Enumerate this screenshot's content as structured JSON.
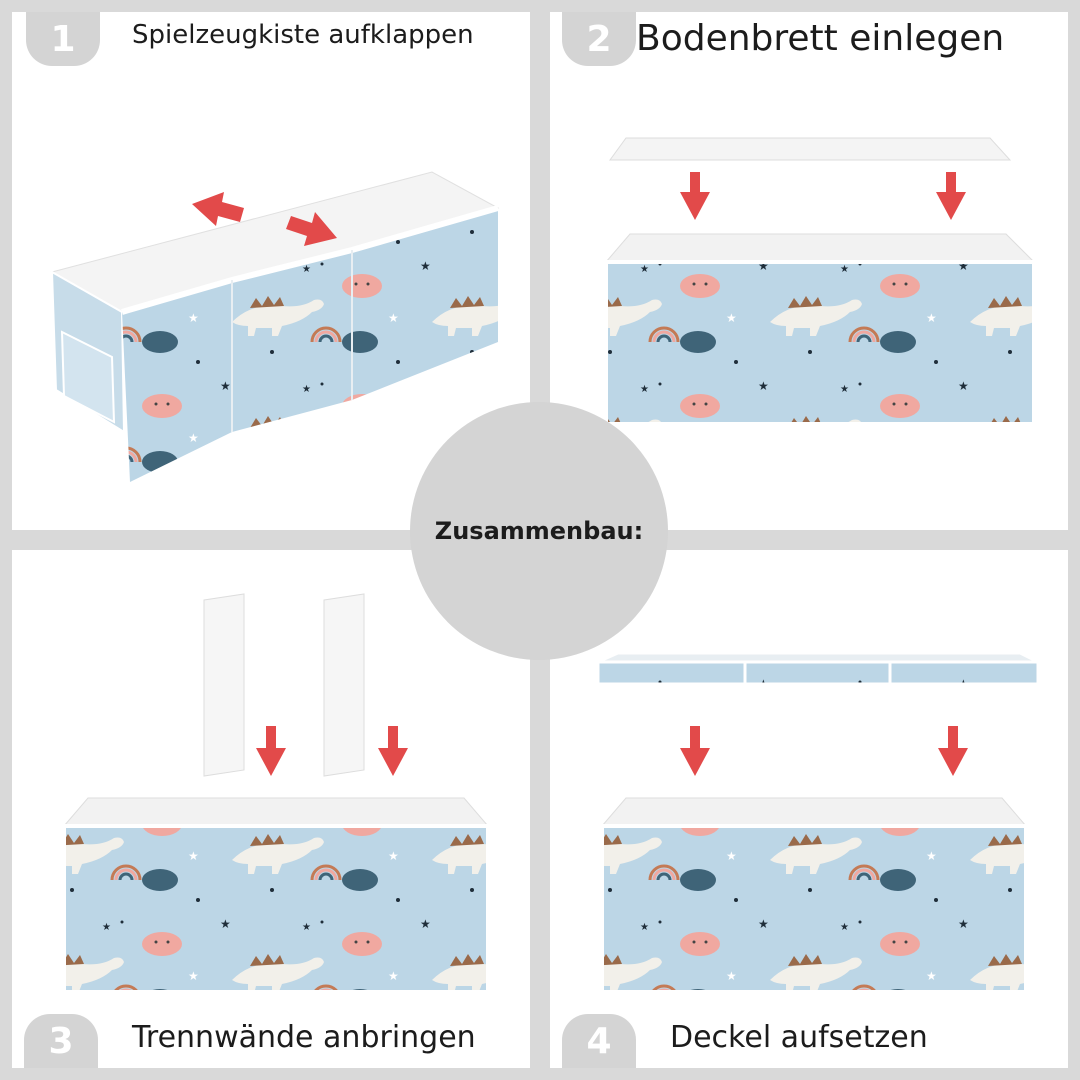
{
  "steps": [
    {
      "number": "1",
      "label": "Spielzeugkiste aufklappen"
    },
    {
      "number": "2",
      "label": "Bodenbrett einlegen"
    },
    {
      "number": "3",
      "label": "Trennwände anbringen"
    },
    {
      "number": "4",
      "label": "Deckel aufsetzen"
    }
  ],
  "center": {
    "label": "Zusammenbau:"
  },
  "colors": {
    "box_fabric": "#bcd6e6",
    "arrow": "#e24a4a",
    "badge": "#d4d4d4",
    "background": "#d9d9d9",
    "dino": "#f2f0ea",
    "dino_spikes": "#9a6a4a",
    "cloud_pink": "#f0a8a0",
    "cloud_dark": "#3f6478"
  }
}
